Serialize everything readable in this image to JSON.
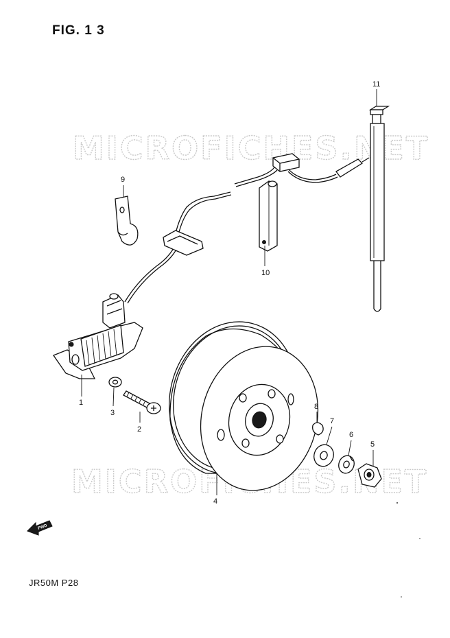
{
  "figure": {
    "title": "FIG. 1 3",
    "code": "JR50M  P28"
  },
  "watermark": {
    "text": "MICROFICHES.NET"
  },
  "fwd_label": "FWD",
  "callouts": {
    "c1": "1",
    "c2": "2",
    "c3": "3",
    "c4": "4",
    "c5": "5",
    "c6": "6",
    "c7": "7",
    "c8": "8",
    "c9": "9",
    "c10": "10",
    "c11": "11"
  }
}
